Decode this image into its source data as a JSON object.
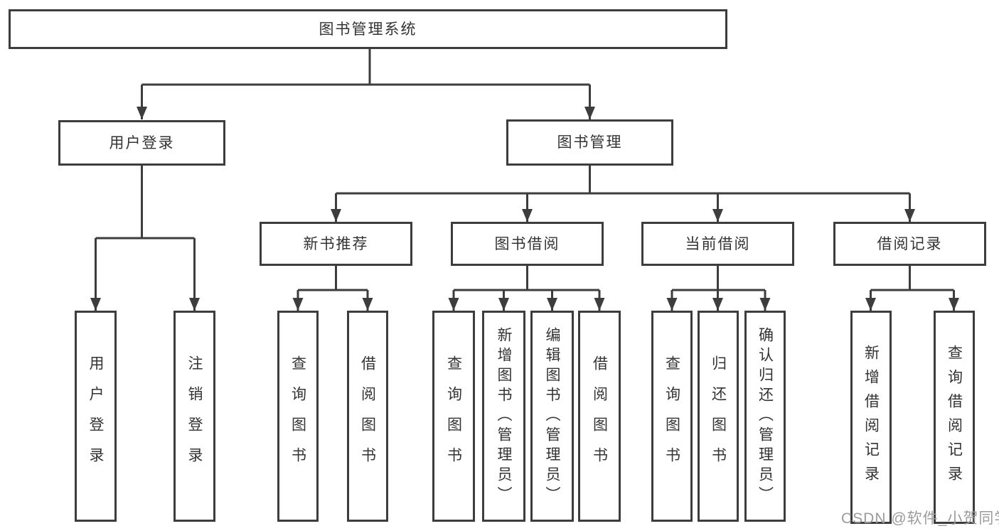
{
  "diagram": {
    "root": {
      "label": "图书管理系统"
    },
    "branches": [
      {
        "label": "用户登录",
        "children": [
          {
            "label": "用户登录"
          },
          {
            "label": "注销登录"
          }
        ]
      },
      {
        "label": "图书管理",
        "sections": [
          {
            "label": "新书推荐",
            "children": [
              {
                "label": "查询图书"
              },
              {
                "label": "借阅图书"
              }
            ]
          },
          {
            "label": "图书借阅",
            "children": [
              {
                "label": "查询图书"
              },
              {
                "label": "新增图书（管理员）"
              },
              {
                "label": "编辑图书（管理员）"
              },
              {
                "label": "借阅图书"
              }
            ]
          },
          {
            "label": "当前借阅",
            "children": [
              {
                "label": "查询图书"
              },
              {
                "label": "归还图书"
              },
              {
                "label": "确认归还（管理员）"
              }
            ]
          },
          {
            "label": "借阅记录",
            "children": [
              {
                "label": "新增借阅记录"
              },
              {
                "label": "查询借阅记录"
              }
            ]
          }
        ]
      }
    ]
  },
  "watermark": {
    "text": "CSDN @软件_小贺同学"
  },
  "colors": {
    "line": "#3d3d3d",
    "border": "#3d3d3d",
    "text": "#333333",
    "watermark": "#9b9b9b",
    "background": "#ffffff"
  }
}
